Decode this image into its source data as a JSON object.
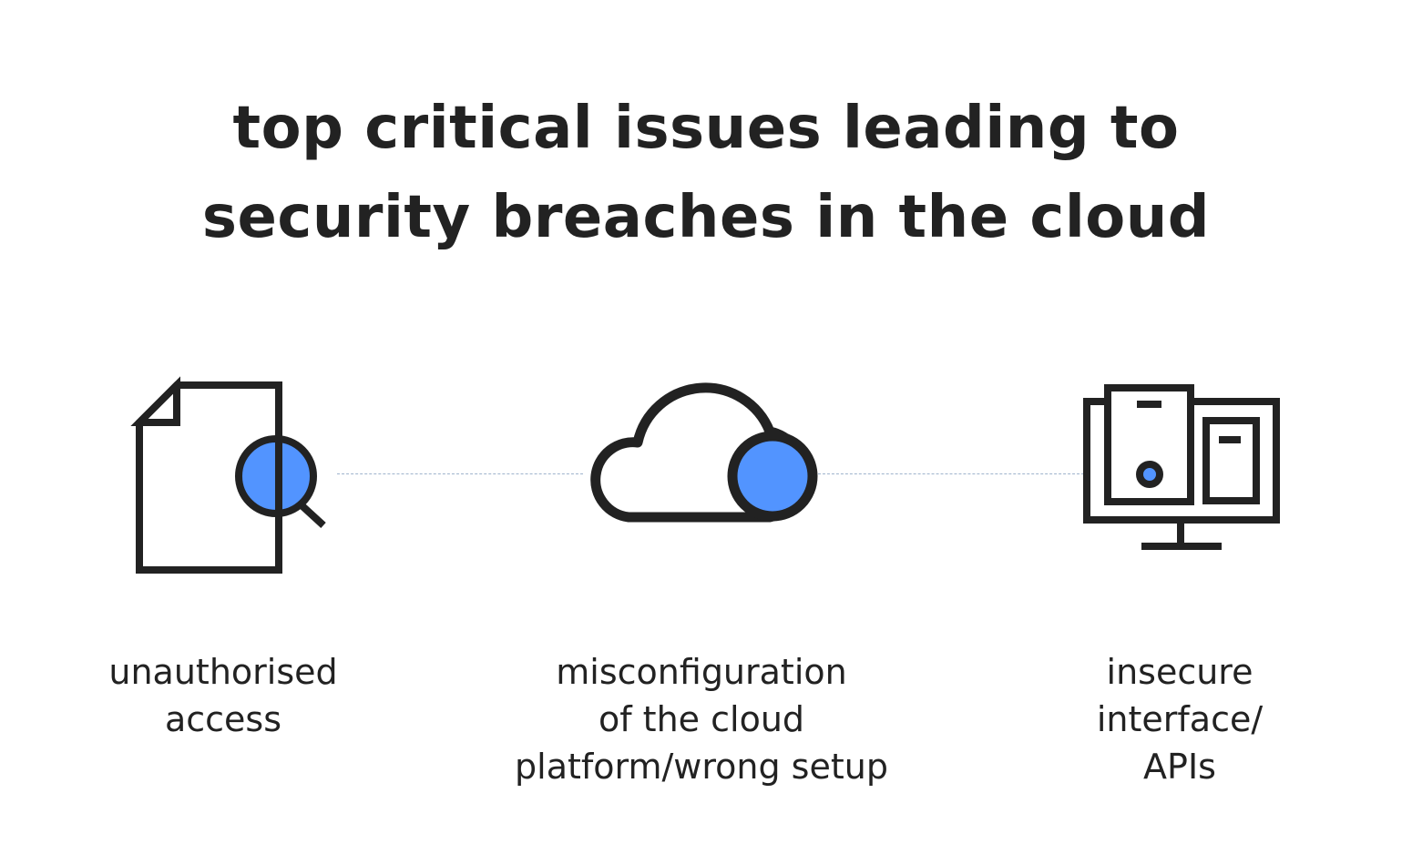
{
  "title": {
    "line1": "top critical issues leading to",
    "line2": "security breaches in the cloud"
  },
  "colors": {
    "ink": "#222222",
    "accent": "#5294ff",
    "connector": "#9fb4cc",
    "background": "#ffffff"
  },
  "items": [
    {
      "icon": "document-search-icon",
      "label_lines": [
        "unauthorised",
        "access"
      ]
    },
    {
      "icon": "cloud-icon",
      "label_lines": [
        "misconfiguration",
        "of the cloud",
        "platform/wrong setup"
      ]
    },
    {
      "icon": "devices-monitor-icon",
      "label_lines": [
        "insecure",
        "interface/",
        "APIs"
      ]
    }
  ]
}
